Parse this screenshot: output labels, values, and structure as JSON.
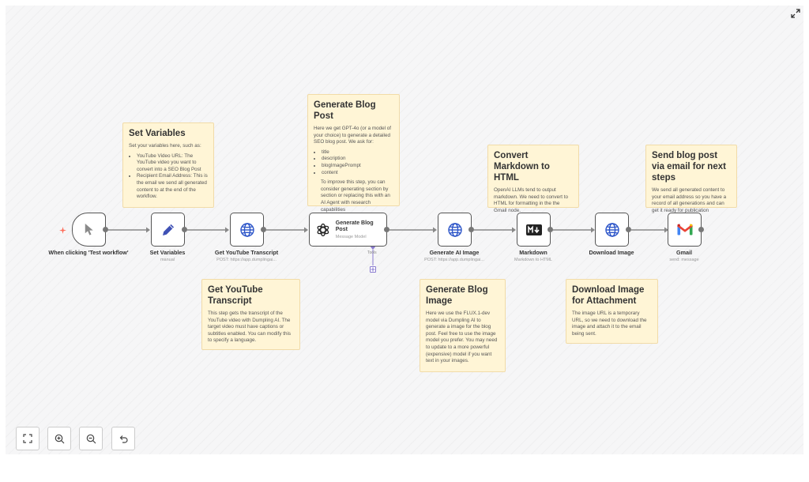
{
  "canvas": {
    "expand_icon": "expand-icon"
  },
  "colors": {
    "note_bg": "#fff5d6",
    "note_border": "#f1dba8",
    "wire": "#888888",
    "pen_blue": "#3f51b5",
    "globe_blue": "#2b54c8",
    "tools_purple": "#8a7bd0",
    "trigger_star": "#ff6d5a"
  },
  "nodes": {
    "trigger": {
      "name": "When clicking 'Test workflow'",
      "icon": "cursor-icon"
    },
    "set_variables": {
      "name": "Set Variables",
      "sub": "manual",
      "icon": "pencil-icon"
    },
    "get_transcript": {
      "name": "Get YouTube Transcript",
      "sub": "POST: https://app.dumplingai...",
      "icon": "globe-icon"
    },
    "generate_post": {
      "name": "Generate Blog Post",
      "sub": "Message Model",
      "tools": "Tools",
      "icon": "openai-icon"
    },
    "generate_image": {
      "name": "Generate AI Image",
      "sub": "POST: https://app.dumplingai...",
      "icon": "globe-icon"
    },
    "markdown": {
      "name": "Markdown",
      "sub": "Markdown to HTML",
      "icon": "markdown-icon"
    },
    "download_image": {
      "name": "Download Image",
      "icon": "globe-icon"
    },
    "gmail": {
      "name": "Gmail",
      "sub": "send: message",
      "icon": "gmail-icon"
    }
  },
  "notes": {
    "set_variables": {
      "title": "Set Variables",
      "intro": "Set your variables here, such as:",
      "bullets": [
        "YouTube Video URL: The YouTube video you want to convert into a SEO Blog Post",
        "Recipient Email Address: This is the email we send all generated content to at the end of the workflow."
      ]
    },
    "generate_post": {
      "title": "Generate Blog Post",
      "intro": "Here we get GPT-4o (or a model of your choice) to generate a detailed SEO blog post. We ask for:",
      "bullets": [
        "title",
        "description",
        "blogImagePrompt",
        "content"
      ],
      "outro": "To improve this step, you can consider generating section by section or replacing this with an AI Agent with research capabilities"
    },
    "convert_markdown": {
      "title": "Convert Markdown to HTML",
      "body": "OpenAI LLMs tend to output markdown. We need to convert to HTML for formatting in the the Gmail node."
    },
    "send_email": {
      "title": "Send blog post via email for next steps",
      "body": "We send all generated content to your email address so you have a record of all generations and can get it ready for publication"
    },
    "get_transcript": {
      "title": "Get YouTube Transcript",
      "body": "This step gets the transcript of the YouTube video with Dumpling AI. The target video must have captions or subtitles enabled. You can modify this to specify a language."
    },
    "generate_image": {
      "title": "Generate Blog Image",
      "body": "Here we use the FLUX.1-dev model via Dumpling AI to generate a image for the blog post. Feel free to use the image model you prefer. You may need to update to a more powerful (expensive) model if you want text in your images."
    },
    "download_image": {
      "title": "Download Image for Attachment",
      "body": "The image URL is a temporary URL, so we need to download the image and attach it to the email being sent."
    }
  },
  "controls": [
    {
      "name": "fit-view-button",
      "icon": "fit-view-icon"
    },
    {
      "name": "zoom-in-button",
      "icon": "zoom-in-icon"
    },
    {
      "name": "zoom-out-button",
      "icon": "zoom-out-icon"
    },
    {
      "name": "reset-zoom-button",
      "icon": "undo-icon"
    }
  ]
}
